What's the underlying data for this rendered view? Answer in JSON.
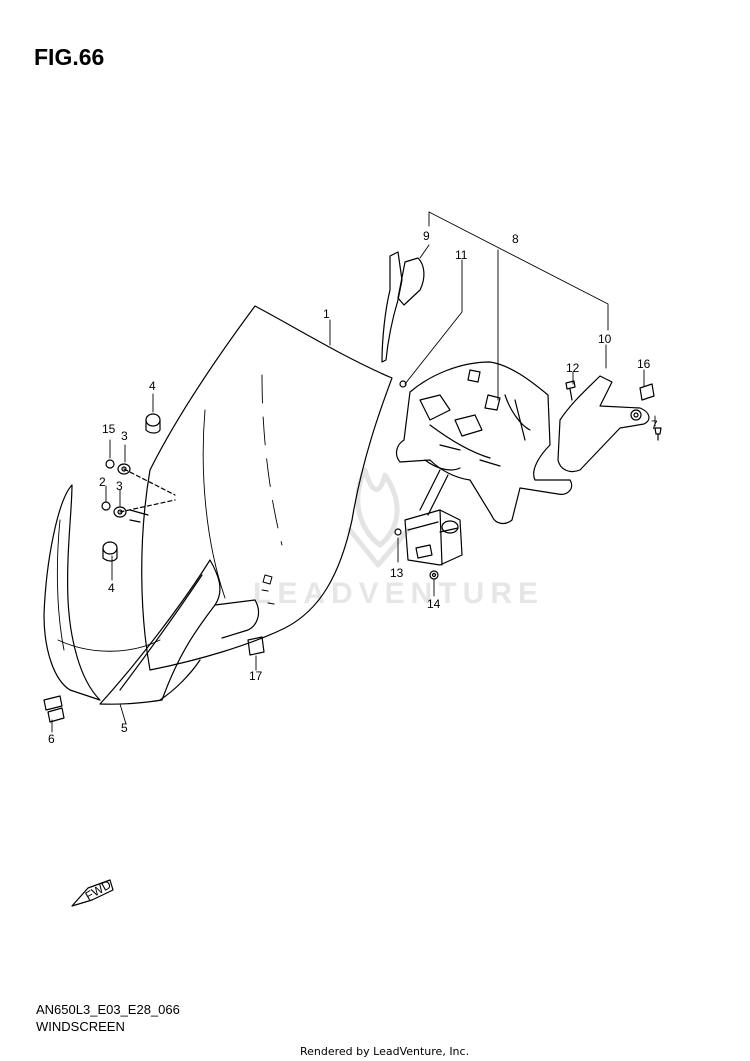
{
  "figure": {
    "title": "FIG.66"
  },
  "model_code": "AN650L3_E03_E28_066",
  "section_name": "WINDSCREEN",
  "footer": "Rendered by LeadVenture, Inc.",
  "watermark": "LEADVENTURE",
  "fwd_label": "FWD",
  "callouts": [
    "1",
    "2",
    "3",
    "3",
    "4",
    "4",
    "5",
    "6",
    "7",
    "8",
    "9",
    "10",
    "11",
    "12",
    "13",
    "14",
    "15",
    "16",
    "17"
  ]
}
